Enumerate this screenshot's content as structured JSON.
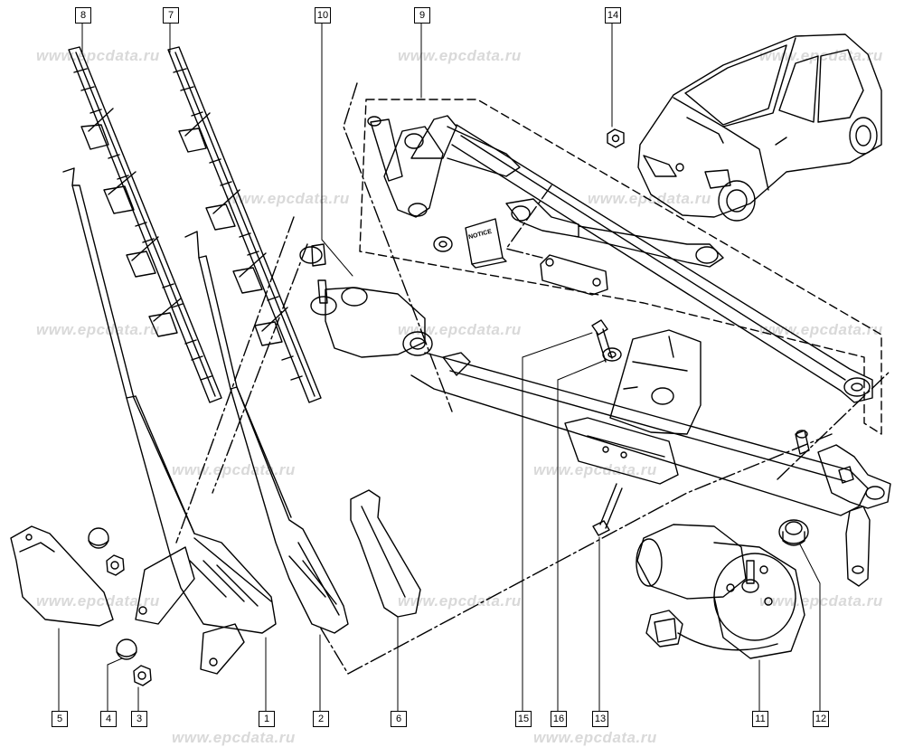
{
  "watermark": "www.epcdata.ru",
  "notice_label": "NOTICE",
  "callouts": {
    "c1": "1",
    "c2": "2",
    "c3": "3",
    "c4": "4",
    "c5": "5",
    "c6": "6",
    "c7": "7",
    "c8": "8",
    "c9": "9",
    "c10": "10",
    "c11": "11",
    "c12": "12",
    "c13": "13",
    "c14": "14",
    "c15": "15",
    "c16": "16"
  },
  "colors": {
    "line": "#000000",
    "watermark": "#d9d9d9",
    "background": "#ffffff"
  }
}
